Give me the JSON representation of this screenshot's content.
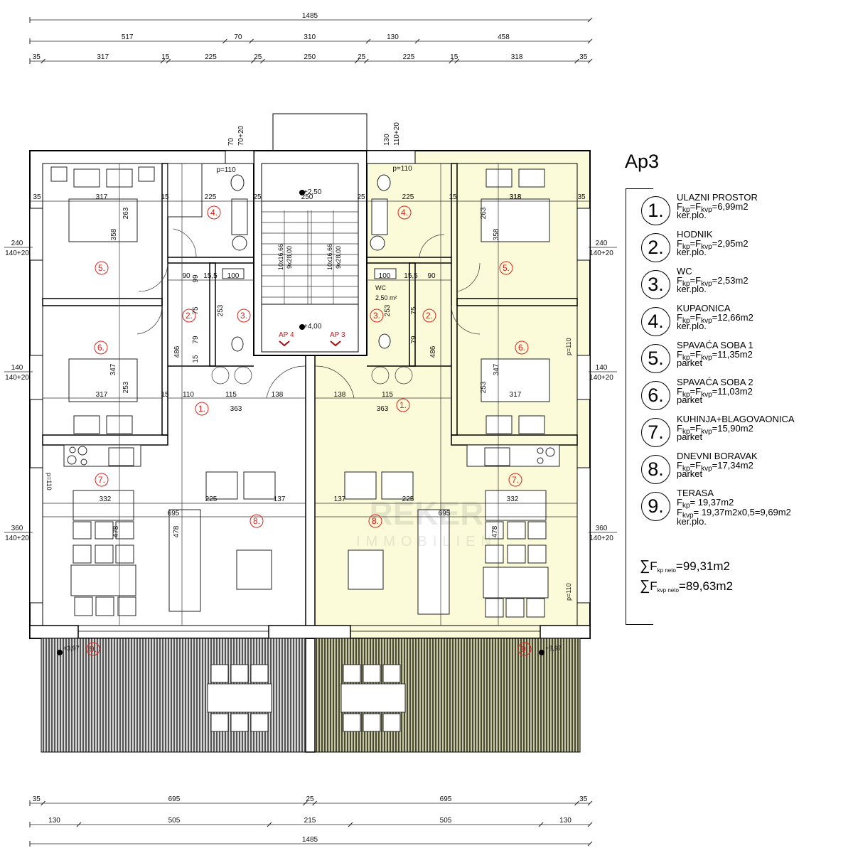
{
  "title": "Ap3",
  "dimensions": {
    "top_total": [
      1485
    ],
    "top_mid": [
      517,
      70,
      310,
      130,
      458
    ],
    "top_detail": [
      35,
      317,
      15,
      225,
      25,
      250,
      25,
      225,
      15,
      318,
      35
    ],
    "bottom_detail": [
      35,
      695,
      25,
      695,
      35
    ],
    "bottom_mid": [
      130,
      505,
      215,
      505,
      130
    ],
    "bottom_total": [
      1485
    ]
  },
  "plan": {
    "dims": [
      "35",
      "317",
      "15",
      "225",
      "25",
      "250",
      "25",
      "225",
      "15",
      "318",
      "35",
      "263",
      "358",
      "p=110",
      "p=110",
      "90",
      "15,5",
      "100",
      "99",
      "100",
      "15,5",
      "90",
      "253",
      "75",
      "79",
      "15",
      "486",
      "110",
      "115",
      "138",
      "363",
      "138",
      "115",
      "363",
      "486",
      "347",
      "253",
      "317",
      "15",
      "332",
      "225",
      "137",
      "695",
      "478",
      "478",
      "137",
      "225",
      "332",
      "695",
      "478",
      "263",
      "358",
      "318",
      "347",
      "253",
      "317",
      "253",
      "75",
      "79"
    ],
    "window_left": [
      [
        "240",
        "140+20"
      ],
      [
        "140",
        "140+20"
      ],
      [
        "360",
        "140+20"
      ]
    ],
    "window_right": [
      [
        "240",
        "140+20"
      ],
      [
        "140",
        "140+20"
      ],
      [
        "360",
        "140+20"
      ]
    ],
    "top_window_1": [
      "70",
      "70+20"
    ],
    "top_window_2": [
      "130",
      "110+20"
    ],
    "side_notes": [
      "p=110",
      "p=110",
      "p=110"
    ],
    "wc_label": "WC",
    "wc_area": "2,50 m²",
    "stair": {
      "level_top": "+2,50",
      "level_bottom": "+4,00",
      "run_1a": "10x16,66",
      "run_1b": "9x28,00",
      "run_2a": "10x16,66",
      "run_2b": "9x28,00",
      "ap4": "AP 4",
      "ap3": "AP 3"
    },
    "terrace_level_left": "+3,97",
    "terrace_level_right": "+3,97",
    "room_markers_left": [
      "1.",
      "2.",
      "3.",
      "4.",
      "5.",
      "6.",
      "7.",
      "8.",
      "9."
    ],
    "room_markers_right": [
      "1.",
      "2.",
      "3.",
      "4.",
      "5.",
      "6.",
      "7.",
      "8.",
      "9."
    ],
    "watermark_1": "REKER",
    "watermark_2": "IMMOBILIEN"
  },
  "colors": {
    "highlight": "#fbfbd9",
    "marker": "#e0201a",
    "terrace": "#6e6e6e"
  },
  "legend": {
    "f": "F",
    "kp": "kp",
    "kvp": "kvp",
    "items": [
      {
        "num": "1.",
        "name": "ULAZNI PROSTOR",
        "area": "6,99m2",
        "floor": "ker.plo."
      },
      {
        "num": "2.",
        "name": "HODNIK",
        "area": "2,95m2",
        "floor": "ker.plo."
      },
      {
        "num": "3.",
        "name": "WC",
        "area": "2,53m2",
        "floor": "ker.plo."
      },
      {
        "num": "4.",
        "name": "KUPAONICA",
        "area": "12,66m2",
        "floor": "ker.plo."
      },
      {
        "num": "5.",
        "name": "SPAVAĆA SOBA 1",
        "area": "11,35m2",
        "floor": "parket"
      },
      {
        "num": "6.",
        "name": "SPAVAĆA SOBA 2",
        "area": "11,03m2",
        "floor": "parket"
      },
      {
        "num": "7.",
        "name": "KUHINJA+BLAGOVAONICA",
        "area": "15,90m2",
        "floor": "parket"
      },
      {
        "num": "8.",
        "name": "DNEVNI BORAVAK",
        "area": "17,34m2",
        "floor": "parket"
      }
    ],
    "terrace": {
      "num": "9.",
      "name": "TERASA",
      "kp_area": "19,37m2",
      "kvp_area": "19,37m2x0,5=9,69m2",
      "floor": "ker.plo."
    },
    "sum_kp_sub": "kp neto",
    "sum_kp": "=99,31m2",
    "sum_kvp_sub": "kvp neto",
    "sum_kvp": "=89,63m2"
  }
}
